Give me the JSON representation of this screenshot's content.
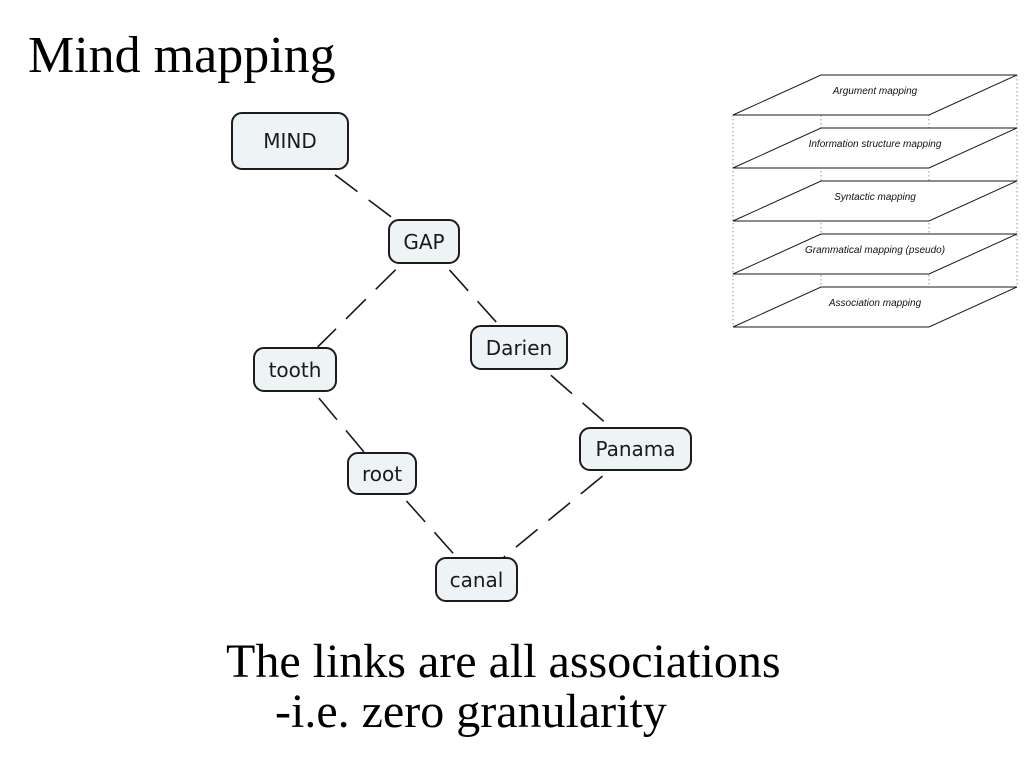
{
  "title": "Mind mapping",
  "mind_map": {
    "nodes": [
      {
        "id": "mind",
        "label": "MIND"
      },
      {
        "id": "gap",
        "label": "GAP"
      },
      {
        "id": "tooth",
        "label": "tooth"
      },
      {
        "id": "darien",
        "label": "Darien"
      },
      {
        "id": "root",
        "label": "root"
      },
      {
        "id": "panama",
        "label": "Panama"
      },
      {
        "id": "canal",
        "label": "canal"
      }
    ],
    "links": [
      [
        "mind",
        "gap"
      ],
      [
        "gap",
        "tooth"
      ],
      [
        "gap",
        "darien"
      ],
      [
        "tooth",
        "root"
      ],
      [
        "darien",
        "panama"
      ],
      [
        "root",
        "canal"
      ],
      [
        "panama",
        "canal"
      ]
    ]
  },
  "layers": [
    "Argument mapping",
    "Information structure mapping",
    "Syntactic mapping",
    "Grammatical mapping (pseudo)",
    "Association mapping"
  ],
  "caption": {
    "line1": "The links are all associations",
    "line2": "-i.e. zero granularity"
  }
}
